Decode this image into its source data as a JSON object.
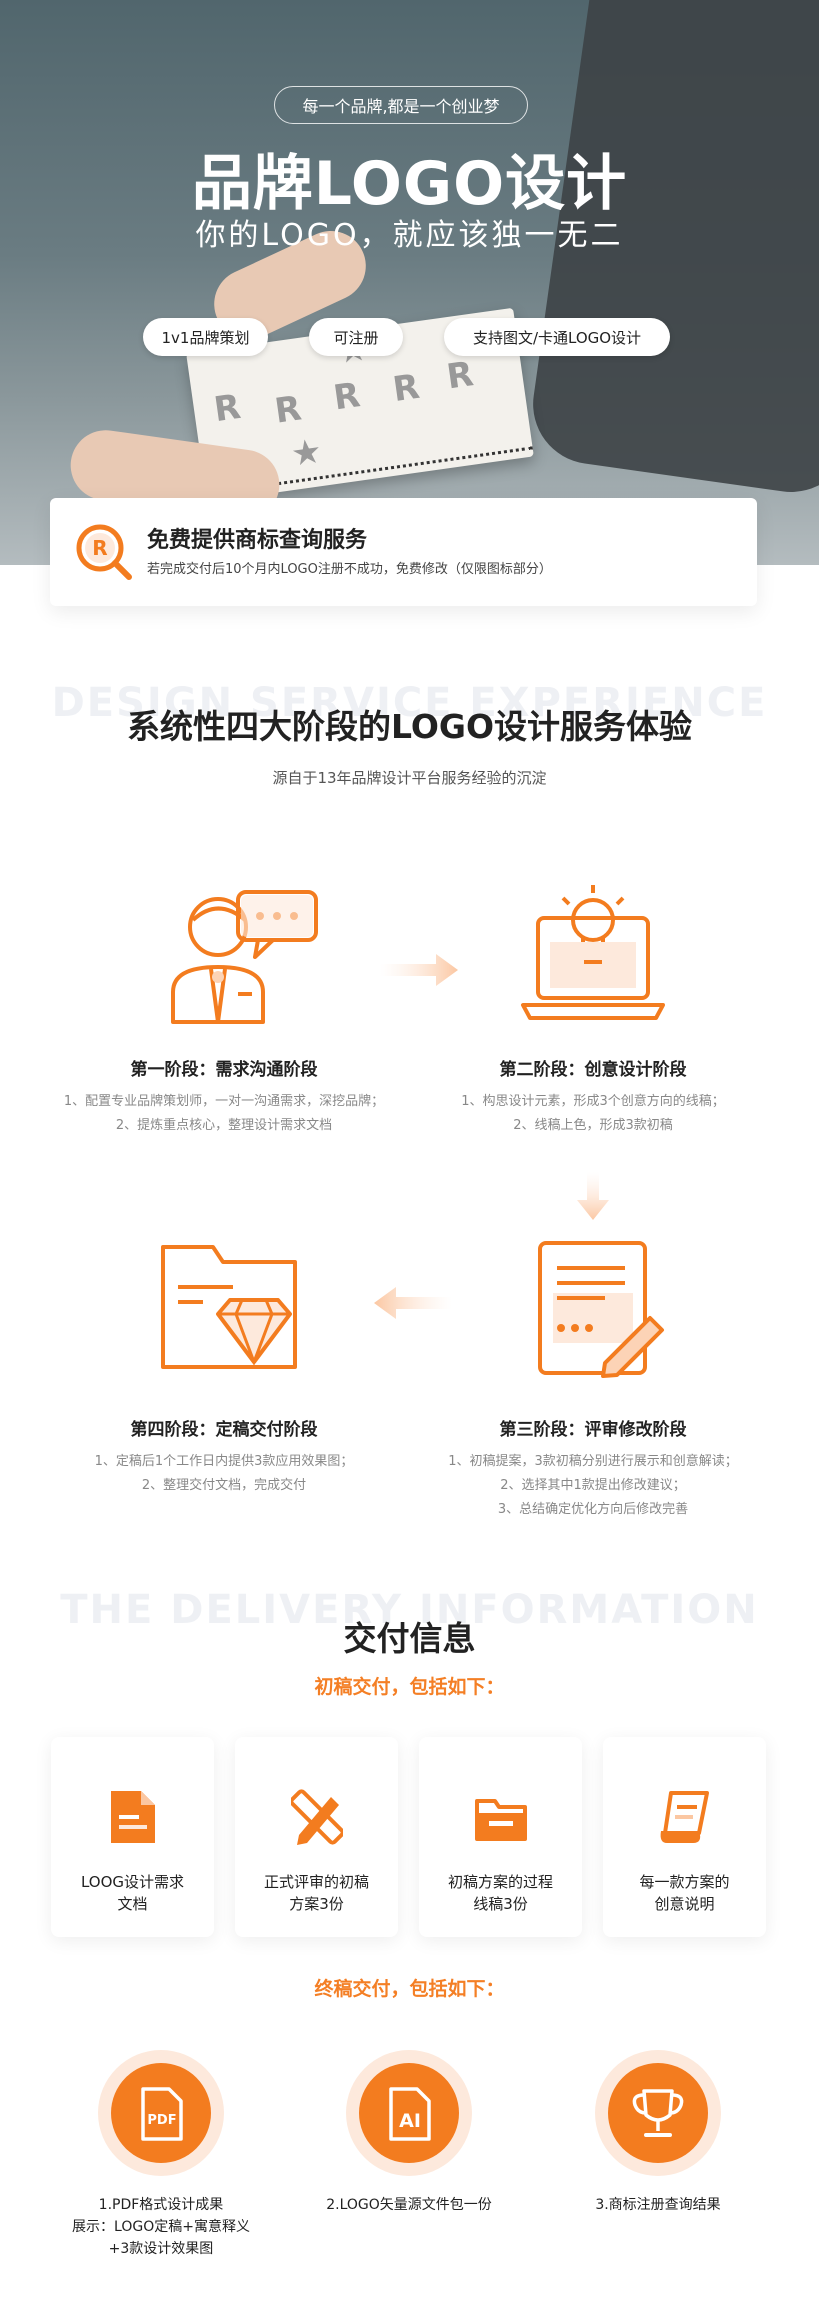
{
  "hero": {
    "tagline": "每一个品牌,都是一个创业梦",
    "title": "品牌LOGO设计",
    "subtitle": "你的LOGO，就应该独一无二",
    "features": [
      "1v1品牌策划",
      "可注册",
      "支持图文/卡通LOGO设计"
    ]
  },
  "trademark": {
    "title": "免费提供商标查询服务",
    "desc": "若完成交付后10个月内LOGO注册不成功，免费修改（仅限图标部分）"
  },
  "service": {
    "ghost": "DESIGN SERVICE EXPERIENCE",
    "title": "系统性四大阶段的LOGO设计服务体验",
    "subtitle": "源自于13年品牌设计平台服务经验的沉淀",
    "stages": [
      {
        "title": "第一阶段：需求沟通阶段",
        "lines": [
          "1、配置专业品牌策划师，一对一沟通需求，深挖品牌；",
          "2、提炼重点核心，整理设计需求文档"
        ]
      },
      {
        "title": "第二阶段：创意设计阶段",
        "lines": [
          "1、构思设计元素，形成3个创意方向的线稿；",
          "2、线稿上色，形成3款初稿"
        ]
      },
      {
        "title": "第三阶段：评审修改阶段",
        "lines": [
          "1、初稿提案，3款初稿分别进行展示和创意解读；",
          "2、选择其中1款提出修改建议；",
          "3、总结确定优化方向后修改完善"
        ]
      },
      {
        "title": "第四阶段：定稿交付阶段",
        "lines": [
          "1、定稿后1个工作日内提供3款应用效果图；",
          "2、整理交付文档，完成交付"
        ]
      }
    ]
  },
  "delivery": {
    "ghost": "THE DELIVERY INFORMATION",
    "title": "交付信息",
    "initial_heading": "初稿交付，包括如下：",
    "initial_items": [
      {
        "lines": [
          "LOOG设计需求",
          "文档"
        ]
      },
      {
        "lines": [
          "正式评审的初稿",
          "方案3份"
        ]
      },
      {
        "lines": [
          "初稿方案的过程",
          "线稿3份"
        ]
      },
      {
        "lines": [
          "每一款方案的",
          "创意说明"
        ]
      }
    ],
    "final_heading": "终稿交付，包括如下：",
    "final_items": [
      {
        "badge": "PDF",
        "lines": [
          "1.PDF格式设计成果",
          "展示：LOGO定稿+寓意释义",
          "+3款设计效果图"
        ]
      },
      {
        "badge": "AI",
        "lines": [
          "2.LOGO矢量源文件包一份"
        ]
      },
      {
        "badge": "",
        "lines": [
          "3.商标注册查询结果"
        ]
      }
    ]
  },
  "colors": {
    "accent": "#f37c1f",
    "accent_light": "#fde9dc",
    "hero_bg": "#5b6e74"
  }
}
